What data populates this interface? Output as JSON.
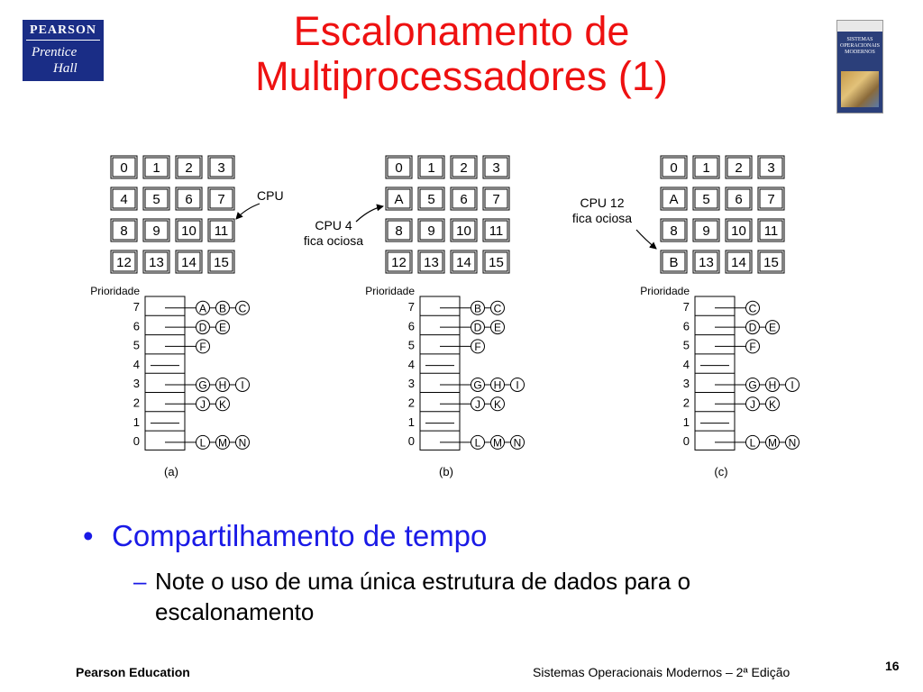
{
  "logo": {
    "line1": "PEARSON",
    "line2": "Prentice",
    "line3": "Hall"
  },
  "book_cover": {
    "title": "SISTEMAS OPERACIONAIS MODERNOS"
  },
  "title": {
    "line1": "Escalonamento de",
    "line2": "Multiprocessadores (1)"
  },
  "figure": {
    "panels": [
      {
        "caption": "(a)",
        "cpus": [
          "0",
          "1",
          "2",
          "3",
          "4",
          "5",
          "6",
          "7",
          "8",
          "9",
          "10",
          "11",
          "12",
          "13",
          "14",
          "15"
        ],
        "note": [
          "CPU"
        ],
        "queue_label": "Prioridade",
        "levels": [
          {
            "priority": "7",
            "procs": [
              "A",
              "B",
              "C"
            ]
          },
          {
            "priority": "6",
            "procs": [
              "D",
              "E"
            ]
          },
          {
            "priority": "5",
            "procs": [
              "F"
            ]
          },
          {
            "priority": "4",
            "procs": []
          },
          {
            "priority": "3",
            "procs": [
              "G",
              "H",
              "I"
            ]
          },
          {
            "priority": "2",
            "procs": [
              "J",
              "K"
            ]
          },
          {
            "priority": "1",
            "procs": []
          },
          {
            "priority": "0",
            "procs": [
              "L",
              "M",
              "N"
            ]
          }
        ]
      },
      {
        "caption": "(b)",
        "cpus": [
          "0",
          "1",
          "2",
          "3",
          "A",
          "5",
          "6",
          "7",
          "8",
          "9",
          "10",
          "11",
          "12",
          "13",
          "14",
          "15"
        ],
        "note": [
          "CPU 4",
          "fica ociosa"
        ],
        "queue_label": "Prioridade",
        "levels": [
          {
            "priority": "7",
            "procs": [
              "B",
              "C"
            ]
          },
          {
            "priority": "6",
            "procs": [
              "D",
              "E"
            ]
          },
          {
            "priority": "5",
            "procs": [
              "F"
            ]
          },
          {
            "priority": "4",
            "procs": []
          },
          {
            "priority": "3",
            "procs": [
              "G",
              "H",
              "I"
            ]
          },
          {
            "priority": "2",
            "procs": [
              "J",
              "K"
            ]
          },
          {
            "priority": "1",
            "procs": []
          },
          {
            "priority": "0",
            "procs": [
              "L",
              "M",
              "N"
            ]
          }
        ]
      },
      {
        "caption": "(c)",
        "cpus": [
          "0",
          "1",
          "2",
          "3",
          "A",
          "5",
          "6",
          "7",
          "8",
          "9",
          "10",
          "11",
          "B",
          "13",
          "14",
          "15"
        ],
        "note": [
          "CPU 12",
          "fica ociosa"
        ],
        "queue_label": "Prioridade",
        "levels": [
          {
            "priority": "7",
            "procs": [
              "C"
            ]
          },
          {
            "priority": "6",
            "procs": [
              "D",
              "E"
            ]
          },
          {
            "priority": "5",
            "procs": [
              "F"
            ]
          },
          {
            "priority": "4",
            "procs": []
          },
          {
            "priority": "3",
            "procs": [
              "G",
              "H",
              "I"
            ]
          },
          {
            "priority": "2",
            "procs": [
              "J",
              "K"
            ]
          },
          {
            "priority": "1",
            "procs": []
          },
          {
            "priority": "0",
            "procs": [
              "L",
              "M",
              "N"
            ]
          }
        ]
      }
    ]
  },
  "bullets": {
    "main": "Compartilhamento de tempo",
    "bullet_symbol": "•",
    "sub_dash": "–",
    "sub": "Note o uso de uma única estrutura de dados para o escalonamento"
  },
  "footer": {
    "left": "Pearson Education",
    "right": "Sistemas Operacionais Modernos – 2ª Edição",
    "page": "16"
  }
}
